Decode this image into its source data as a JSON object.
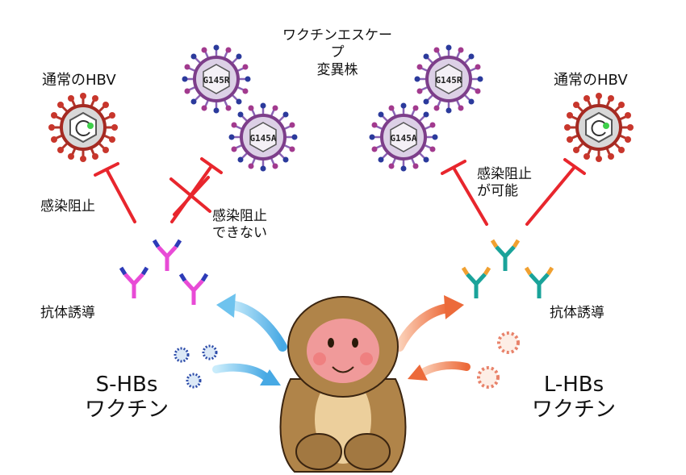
{
  "title_lines": [
    "ワクチンエスケー",
    "プ",
    "変異株"
  ],
  "left": {
    "normal_hbv": "通常のHBV",
    "block_label": "感染阻止",
    "no_block_label_lines": [
      "感染阻止",
      "できない"
    ],
    "antibody_label": "抗体誘導",
    "vaccine_lines": [
      "S-HBs",
      "ワクチン"
    ]
  },
  "right": {
    "normal_hbv": "通常のHBV",
    "block_label_lines": [
      "感染阻止",
      "が可能"
    ],
    "antibody_label": "抗体誘導",
    "vaccine_lines": [
      "L-HBs",
      "ワクチン"
    ]
  },
  "mutant_labels": [
    "G145R",
    "G145A",
    "G145R",
    "G145A"
  ],
  "colors": {
    "inhibit_red": "#e8262d",
    "normal_virus": "#c0392b",
    "mutant_virus": "#a079c0",
    "left_antibody_magenta": "#e84bd6",
    "left_antibody_blue": "#2d3bb8",
    "right_antibody_teal": "#1aa39a",
    "right_antibody_orange": "#f0a030",
    "left_arrow_blue": "#5ab8ea",
    "right_arrow_orange": "#f07a4a"
  }
}
